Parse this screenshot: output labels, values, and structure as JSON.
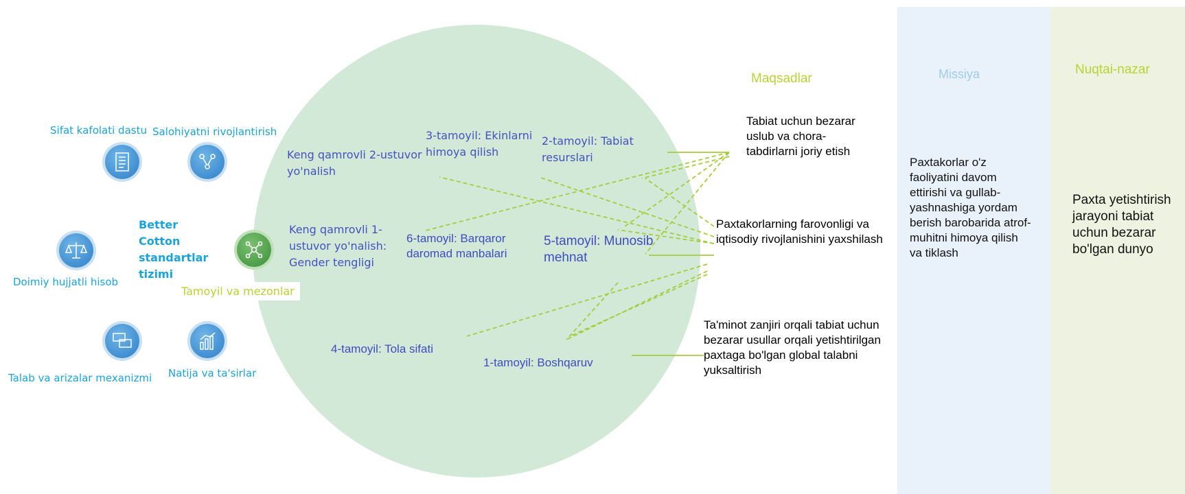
{
  "columns": {
    "goals_header": "Maqsadlar",
    "mission_header": "Missiya",
    "vision_header": "Nuqtai-nazar"
  },
  "goals": [
    "Tabiat uchun bezarar uslub va chora-tabdirlarni joriy etish",
    "Paxtakorlarning farovonligi va iqtisodiy rivojlanishini yaxshilash",
    "Ta'minot zanjiri orqali tabiat uchun bezarar usullar orqali yetishtirilgan paxtaga bo'lgan global talabni yuksaltirish"
  ],
  "mission": "Paxtakorlar o'z faoliyatini davom ettirishi va gullab-yashnashiga yordam berish barobarida atrof-muhitni himoya qilish va tiklash",
  "vision": "Paxta yetishtirish jarayoni tabiat uchun bezarar bo'lgan dunyo",
  "principles": {
    "cross2": "Keng qamrovli 2-ustuvor yo'nalish",
    "p3": "3-tamoyil: Ekinlarni himoya qilish",
    "p2": "2-tamoyil: Tabiat resurslari",
    "cross1": "Keng qamrovli 1-ustuvor yo'nalish: Gender tengligi",
    "p6": "6-tamoyil: Barqaror daromad manbalari",
    "p5": "5-tamoyil: Munosib mehnat",
    "p4": "4-tamoyil: Tola sifati",
    "p1": "1-tamoyil: Boshqaruv"
  },
  "system": {
    "title": "Better Cotton standartlar tizimi",
    "center_label": "Tamoyil va mezonlar",
    "center_icon": "network-icon",
    "tools": [
      {
        "label": "Sifat kafolati dastu",
        "icon": "document-icon"
      },
      {
        "label": "Salohiyatni rivojlantirish",
        "icon": "people-network-icon"
      },
      {
        "label": "Doimiy hujjatli hisob",
        "icon": "scales-icon"
      },
      {
        "label": "Talab va arizalar mexanizmi",
        "icon": "chat-icon"
      },
      {
        "label": "Natija va ta'sirlar",
        "icon": "bar-chart-icon"
      }
    ]
  },
  "colors": {
    "circle": "#d2e9d8",
    "lines": "#a6cc3a",
    "principle_text": "#4452c0",
    "tool_text": "#1aa3dd",
    "mission_panel": "#e9f1fa",
    "vision_panel": "#eef3e1"
  }
}
